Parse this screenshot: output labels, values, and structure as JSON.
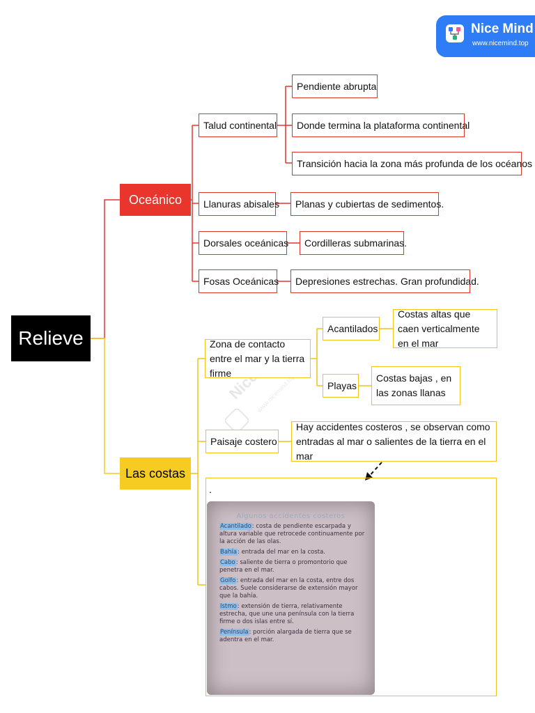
{
  "logo": {
    "name": "Nice Mind",
    "url": "www.nicemind.top"
  },
  "watermark": {
    "text": "Nice Mind",
    "url": "www.nicemind.top"
  },
  "root": {
    "label": "Relieve"
  },
  "oceanico": {
    "label": "Oceánico",
    "talud": {
      "label": "Talud continental",
      "children": [
        "Pendiente abrupta",
        "Donde termina la plataforma continental",
        "Transición hacia la zona más profunda de los océanos"
      ]
    },
    "llanuras": {
      "label": "Llanuras abisales",
      "child": "Planas y cubiertas de sedimentos."
    },
    "dorsales": {
      "label": "Dorsales oceánicas",
      "child": "Cordilleras submarinas."
    },
    "fosas": {
      "label": "Fosas Oceánicas",
      "child": "Depresiones estrechas. Gran profundidad."
    }
  },
  "costas": {
    "label": "Las costas",
    "zona": {
      "label": "Zona de contacto entre el mar y la tierra firme",
      "acantilados": {
        "label": "Acantilados",
        "child": "Costas altas que caen verticalmente en el mar"
      },
      "playas": {
        "label": "Playas",
        "child": "Costas bajas , en las zonas llanas"
      }
    },
    "paisaje": {
      "label": "Paisaje costero",
      "child": "Hay accidentes costeros , se observan como entradas al mar o salientes de la tierra en el mar"
    },
    "photo": {
      "dot": ".",
      "title": "Algunos accidentes costeros",
      "items": [
        {
          "term": "Acantilado",
          "text": ": costa de pendiente escarpada y altura variable que retrocede continuamente por la acción de las olas."
        },
        {
          "term": "Bahía",
          "text": ": entrada del mar en la costa."
        },
        {
          "term": "Cabo",
          "text": ": saliente de tierra o promontorio que penetra en el mar."
        },
        {
          "term": "Golfo",
          "text": ": entrada del mar en la costa, entre dos cabos. Suele considerarse de extensión mayor que la bahía."
        },
        {
          "term": "Istmo",
          "text": ": extensión de tierra, relativamente estrecha, que une una península con la tierra firme o dos islas entre sí."
        },
        {
          "term": "Península",
          "text": ": porción alargada de tierra que se adentra en el mar."
        }
      ]
    }
  },
  "colors": {
    "oceanico": "#e9352b",
    "costas": "#f7cc22",
    "root": "#000000",
    "logo": "#2f7df6"
  }
}
